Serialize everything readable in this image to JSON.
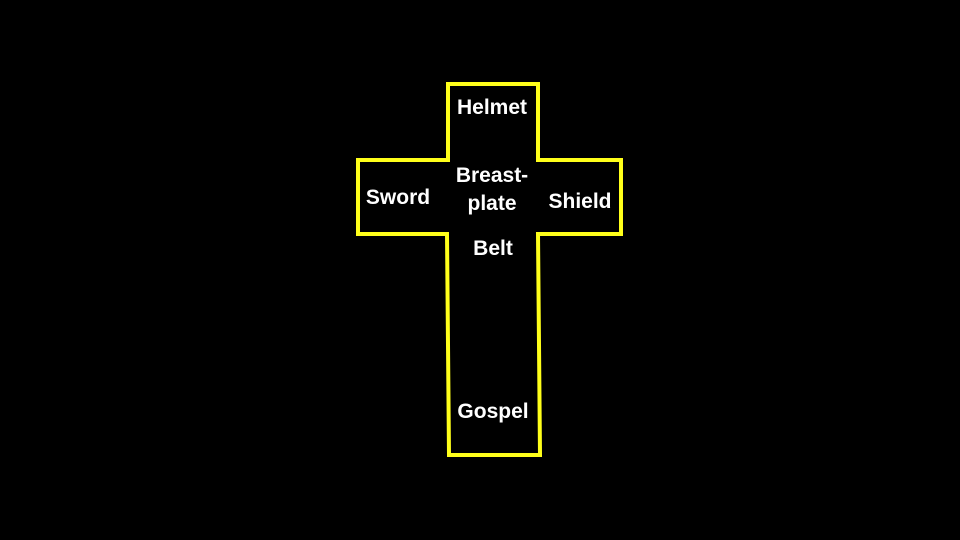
{
  "colors": {
    "background": "#000000",
    "outline": "#ffff1a",
    "text": "#ffffff"
  },
  "labels": {
    "helmet": "Helmet",
    "breastplate_line1": "Breast-",
    "breastplate_line2": "plate",
    "sword": "Sword",
    "shield": "Shield",
    "belt": "Belt",
    "gospel": "Gospel"
  }
}
